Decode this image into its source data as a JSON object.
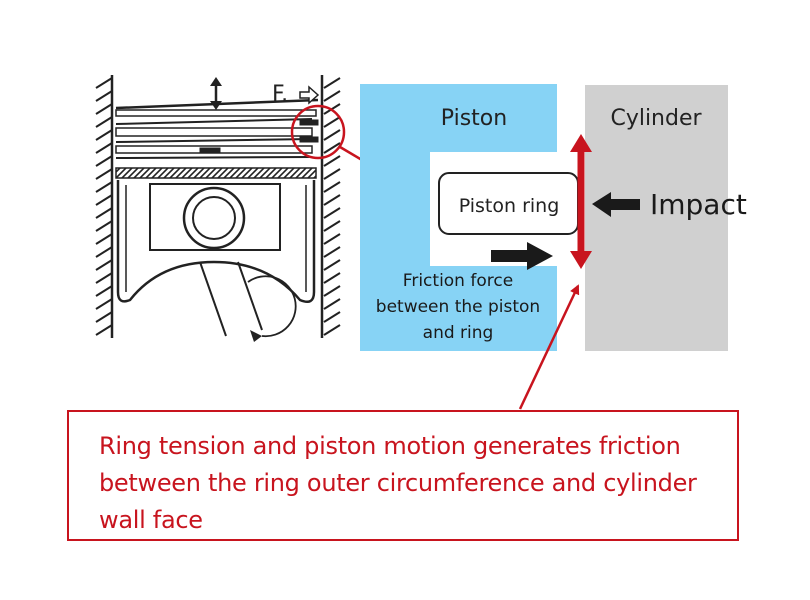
{
  "diagram": {
    "sketch": {
      "force_label": "F."
    },
    "piston_block": {
      "label": "Piston",
      "color": "#87d3f5"
    },
    "cylinder_block": {
      "label": "Cylinder",
      "color": "#d0d0d0"
    },
    "piston_ring": {
      "label": "Piston ring"
    },
    "impact": {
      "label": "Impact"
    },
    "friction_force": {
      "lines": [
        "Friction force",
        "between the piston",
        "and ring"
      ]
    },
    "caption": {
      "text": "Ring tension and piston motion generates friction between the ring outer circumference and cylinder wall face"
    },
    "colors": {
      "accent_red": "#c8141e",
      "arrow_black": "#1a1a1a",
      "line": "#222222"
    }
  }
}
